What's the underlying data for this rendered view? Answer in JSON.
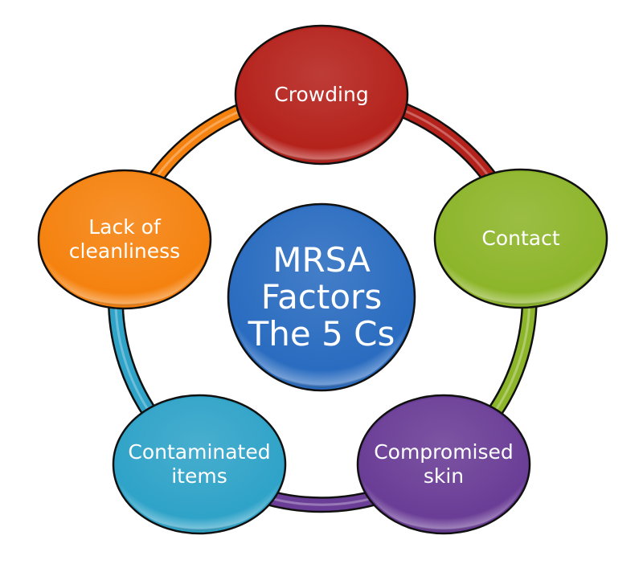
{
  "center": {
    "lines": [
      "MRSA",
      "Factors",
      "The 5 Cs"
    ],
    "color": "#2a6cc0"
  },
  "nodes": [
    {
      "lines": [
        "Crowding"
      ],
      "color": "#b5221c"
    },
    {
      "lines": [
        "Contact"
      ],
      "color": "#8db52a"
    },
    {
      "lines": [
        "Compromised",
        "skin"
      ],
      "color": "#6a3d96"
    },
    {
      "lines": [
        "Contaminated",
        "items"
      ],
      "color": "#2fa3c8"
    },
    {
      "lines": [
        "Lack of",
        "cleanliness"
      ],
      "color": "#f5820f"
    }
  ]
}
